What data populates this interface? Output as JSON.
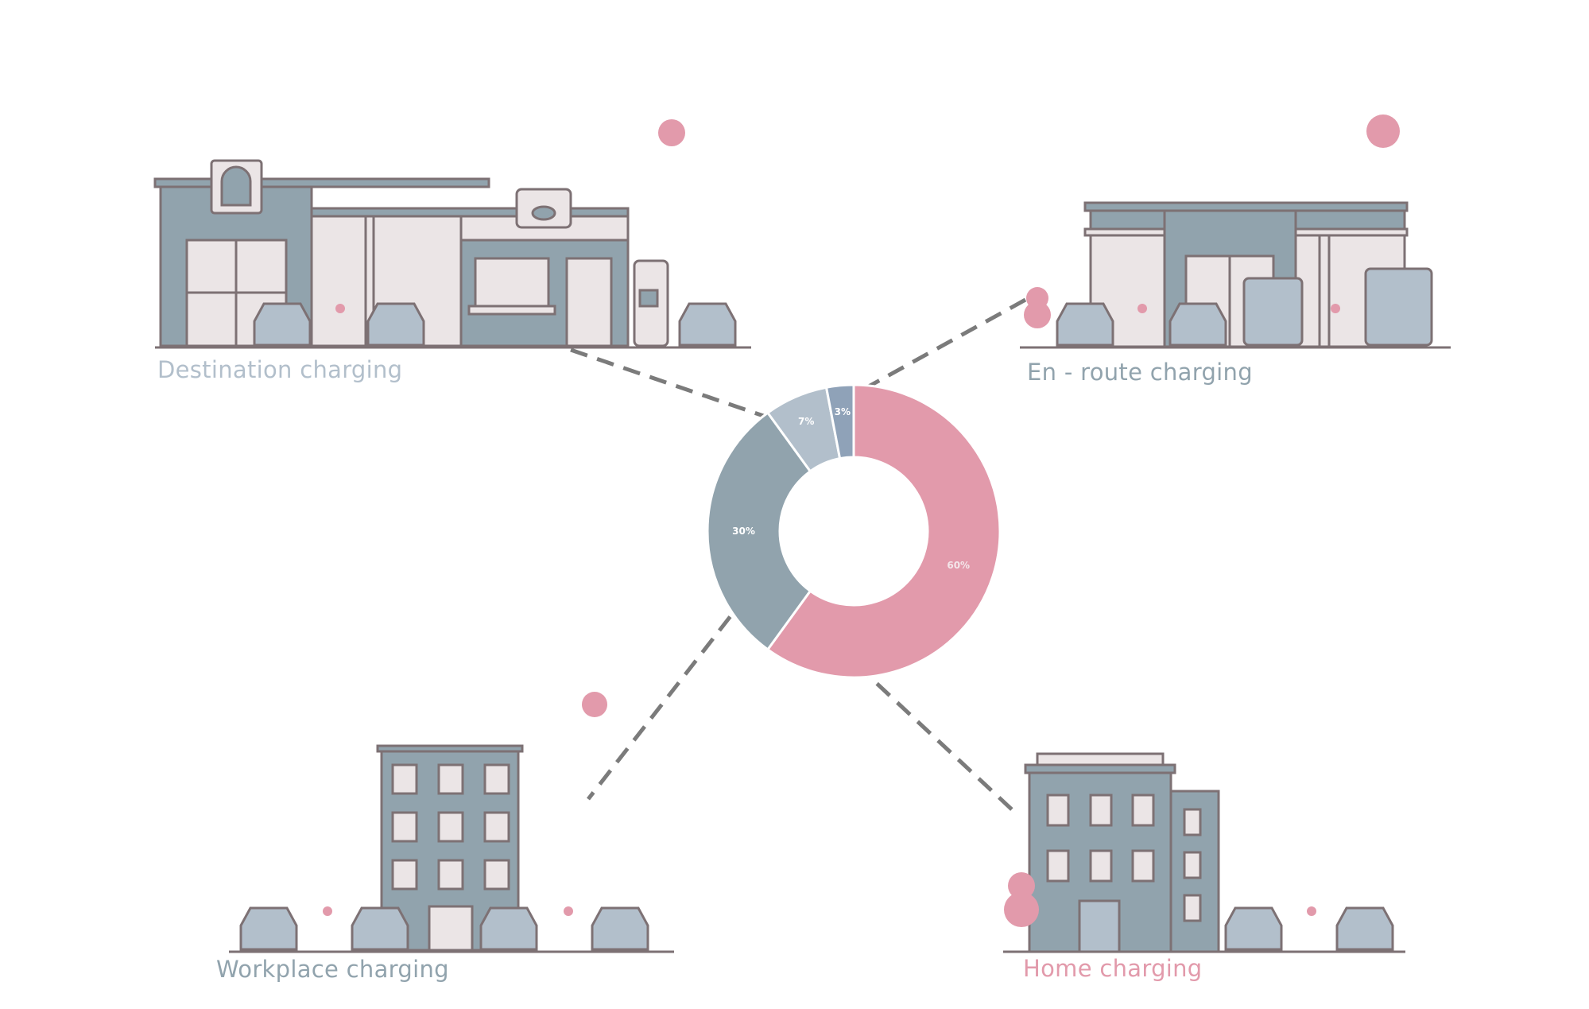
{
  "colors": {
    "pink": "#e29aab",
    "slate": "#91a3ad",
    "light_slate": "#b2bfcb",
    "steel": "#8fa2b8",
    "building_light": "#ebe5e6",
    "outline": "#7d7174",
    "dash": "#7b7b7b"
  },
  "captions": {
    "destination": "Destination charging",
    "enroute": "En - route charging",
    "workplace": "Workplace charging",
    "home": "Home charging"
  },
  "chart_data": {
    "type": "pie",
    "donut": true,
    "title": "",
    "slices": [
      {
        "label": "Home charging",
        "value": 60,
        "display": "60%",
        "color": "#e29aab"
      },
      {
        "label": "Workplace charging",
        "value": 30,
        "display": "30%",
        "color": "#91a3ad"
      },
      {
        "label": "Destination charging",
        "value": 7,
        "display": "7%",
        "color": "#b2bfcb"
      },
      {
        "label": "En - route charging",
        "value": 3,
        "display": "3%",
        "color": "#8fa2b8"
      }
    ]
  }
}
